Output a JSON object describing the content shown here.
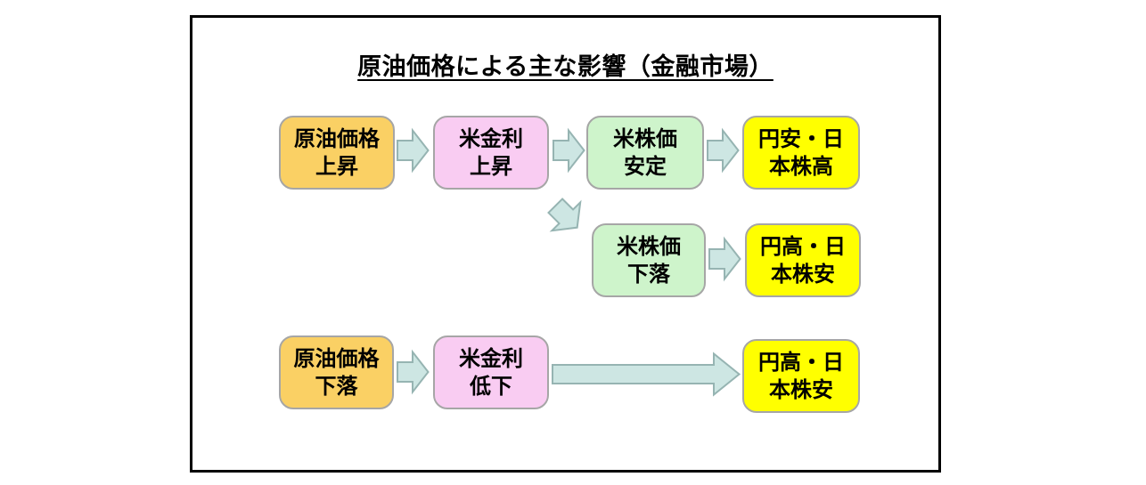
{
  "title": "原油価格による主な影響（金融市場）",
  "colors": {
    "orange_fill": "#FAD064",
    "pink_fill": "#F9CCF2",
    "green_fill": "#CEF4CB",
    "yellow_fill": "#FFFF00",
    "box_border": "#A6A6A6",
    "arrow_fill": "#CDE6E3",
    "arrow_stroke": "#96B4B2",
    "frame_border": "#000000"
  },
  "nodes": {
    "oil_rise": {
      "line1": "原油価格",
      "line2": "上昇"
    },
    "rate_rise": {
      "line1": "米金利",
      "line2": "上昇"
    },
    "stocks_stable": {
      "line1": "米株価",
      "line2": "安定"
    },
    "yen_weak": {
      "line1": "円安・日",
      "line2": "本株高"
    },
    "stocks_fall": {
      "line1": "米株価",
      "line2": "下落"
    },
    "yen_strong": {
      "line1": "円高・日",
      "line2": "本株安"
    },
    "oil_fall": {
      "line1": "原油価格",
      "line2": "下落"
    },
    "rate_cut": {
      "line1": "米金利",
      "line2": "低下"
    },
    "yen_strong2": {
      "line1": "円高・日",
      "line2": "本株安"
    }
  }
}
